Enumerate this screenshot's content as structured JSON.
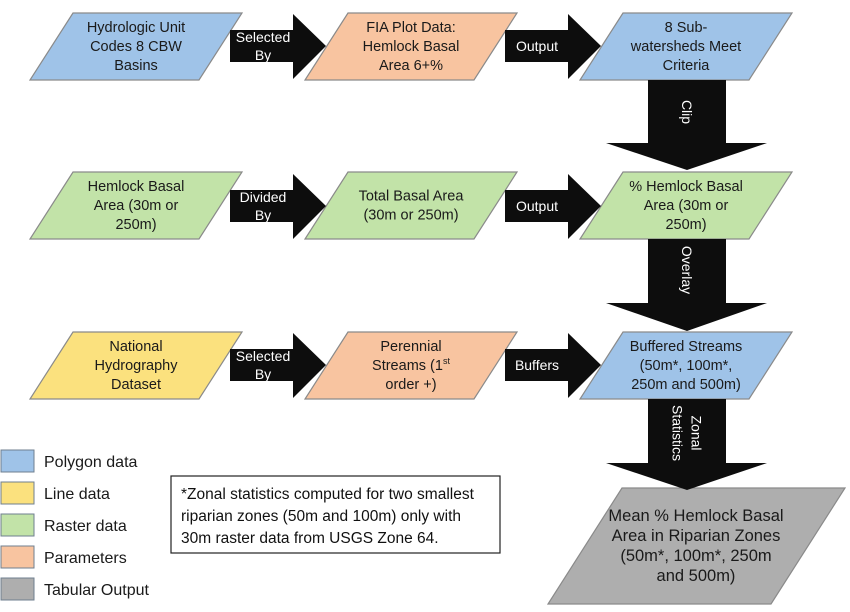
{
  "colors": {
    "polygon": "#9fc3e8",
    "line": "#fbe17e",
    "raster": "#c2e3a8",
    "parameters": "#f8c4a0",
    "tabular": "#aeaeae",
    "arrow": "#0d0d0d",
    "shape_border": "#8a8a8a"
  },
  "nodes": {
    "huc_basins": {
      "type": "polygon",
      "lines": [
        "Hydrologic Unit",
        "Codes 8 CBW",
        "Basins"
      ]
    },
    "fia_plot": {
      "type": "parameters",
      "lines": [
        "FIA Plot Data:",
        "Hemlock Basal",
        "Area 6+%"
      ]
    },
    "subwatersheds": {
      "type": "polygon",
      "lines": [
        "8 Sub-",
        "watersheds Meet",
        "Criteria"
      ]
    },
    "hemlock_basal": {
      "type": "raster",
      "lines": [
        "Hemlock Basal",
        "Area (30m or",
        "250m)"
      ]
    },
    "total_basal": {
      "type": "raster",
      "lines": [
        "Total Basal Area",
        "(30m or 250m)"
      ]
    },
    "pct_hemlock": {
      "type": "raster",
      "lines": [
        "% Hemlock Basal",
        "Area (30m or",
        "250m)"
      ]
    },
    "nhd": {
      "type": "line",
      "lines": [
        "National",
        "Hydrography",
        "Dataset"
      ]
    },
    "perennial": {
      "type": "parameters",
      "lines": [
        "Perennial",
        "Streams (1",
        "order +)"
      ],
      "superscript": "st"
    },
    "buffered": {
      "type": "polygon",
      "lines": [
        "Buffered Streams",
        "(50m*, 100m*,",
        "250m and 500m)"
      ]
    },
    "mean_pct": {
      "type": "tabular",
      "lines": [
        "Mean % Hemlock Basal",
        "Area in Riparian Zones",
        "(50m*, 100m*, 250m",
        "and 500m)"
      ]
    }
  },
  "arrows": {
    "r1a": {
      "lines": [
        "Selected",
        "By"
      ]
    },
    "r1b": {
      "lines": [
        "Output"
      ]
    },
    "r2a": {
      "lines": [
        "Divided",
        "By"
      ]
    },
    "r2b": {
      "lines": [
        "Output"
      ]
    },
    "r3a": {
      "lines": [
        "Selected",
        "By"
      ]
    },
    "r3b": {
      "lines": [
        "Buffers"
      ]
    },
    "v1": {
      "lines": [
        "Clip"
      ]
    },
    "v2": {
      "lines": [
        "Overlay"
      ]
    },
    "v3": {
      "lines": [
        "Zonal",
        "Statistics"
      ]
    }
  },
  "legend": [
    {
      "type": "polygon",
      "label": "Polygon data"
    },
    {
      "type": "line",
      "label": "Line data"
    },
    {
      "type": "raster",
      "label": "Raster data"
    },
    {
      "type": "parameters",
      "label": "Parameters"
    },
    {
      "type": "tabular",
      "label": "Tabular Output"
    }
  ],
  "note": {
    "lines": [
      "*Zonal statistics computed for two smallest",
      "riparian zones (50m and 100m) only with",
      "30m raster data from USGS Zone 64."
    ]
  }
}
